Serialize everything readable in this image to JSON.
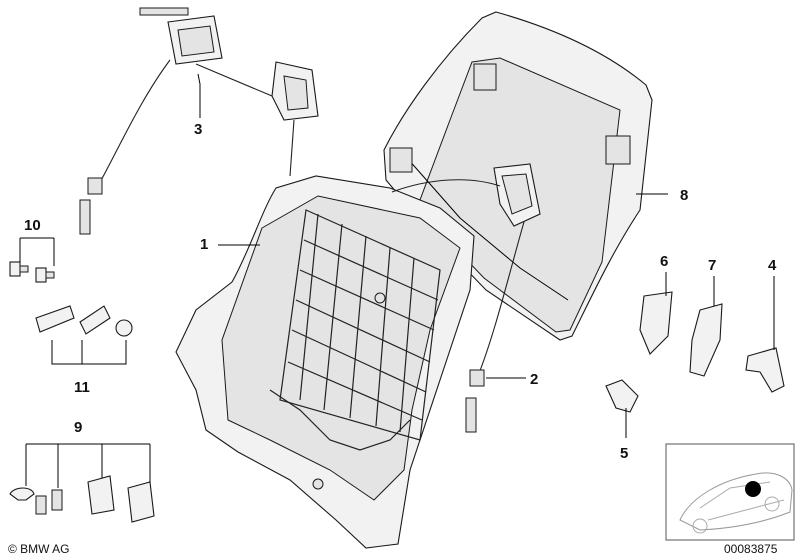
{
  "callouts": {
    "c1": "1",
    "c2": "2",
    "c3": "3",
    "c4": "4",
    "c5": "5",
    "c6": "6",
    "c7": "7",
    "c8": "8",
    "c9": "9",
    "c10": "10",
    "c11": "11"
  },
  "footer": {
    "brand": "© BMW AG",
    "diagram_number": "00083875"
  }
}
